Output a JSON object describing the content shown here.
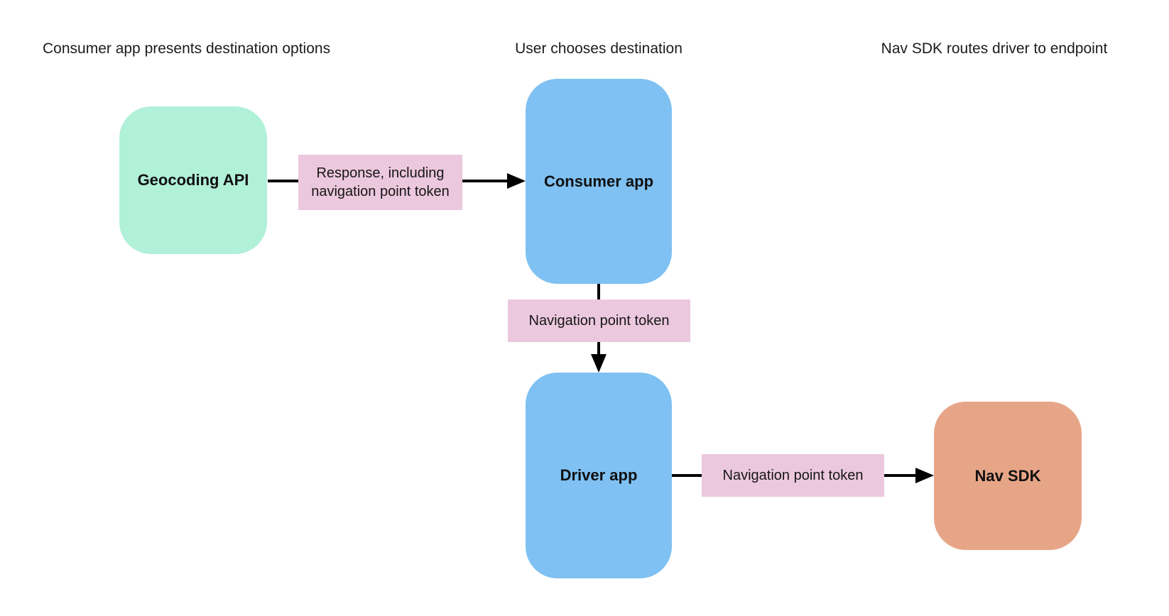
{
  "diagram": {
    "headers": [
      {
        "label": "Consumer app presents destination options"
      },
      {
        "label": "User chooses destination"
      },
      {
        "label": "Nav SDK routes driver to endpoint"
      }
    ],
    "nodes": {
      "geocoding_api": {
        "label": "Geocoding API",
        "color": "#b1f0d9"
      },
      "consumer_app": {
        "label": "Consumer app",
        "color": "#7fc1f2"
      },
      "driver_app": {
        "label": "Driver app",
        "color": "#7fc1f2"
      },
      "nav_sdk": {
        "label": "Nav SDK",
        "color": "#e7a587"
      }
    },
    "edge_labels": {
      "response_including_token": {
        "label": "Response, including navigation point token",
        "color": "#ecc8de"
      },
      "navigation_point_token_1": {
        "label": "Navigation point token",
        "color": "#ecc8de"
      },
      "navigation_point_token_2": {
        "label": "Navigation point token",
        "color": "#ecc8de"
      }
    },
    "colors": {
      "background": "#ffffff",
      "arrow": "#000000",
      "header_text": "#1c1c1c",
      "node_text": "#101010"
    }
  }
}
